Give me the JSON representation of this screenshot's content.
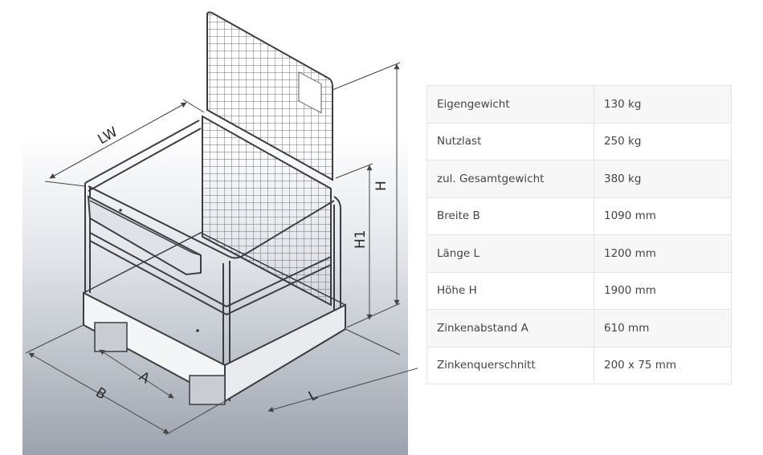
{
  "drawing": {
    "dimension_labels": {
      "lw": "LW",
      "h": "H",
      "h1": "H1",
      "a": "A",
      "b": "B",
      "l": "L"
    }
  },
  "specs": {
    "rows": [
      {
        "key": "Eigengewicht",
        "value": "130 kg"
      },
      {
        "key": "Nutzlast",
        "value": "250 kg"
      },
      {
        "key": "zul. Gesamtgewicht",
        "value": "380 kg"
      },
      {
        "key": "Breite B",
        "value": "1090 mm"
      },
      {
        "key": "Länge L",
        "value": "1200 mm"
      },
      {
        "key": "Höhe H",
        "value": "1900 mm"
      },
      {
        "key": "Zinkenabstand A",
        "value": "610 mm"
      },
      {
        "key": "Zinkenquerschnitt",
        "value": "200 x 75 mm"
      }
    ]
  }
}
